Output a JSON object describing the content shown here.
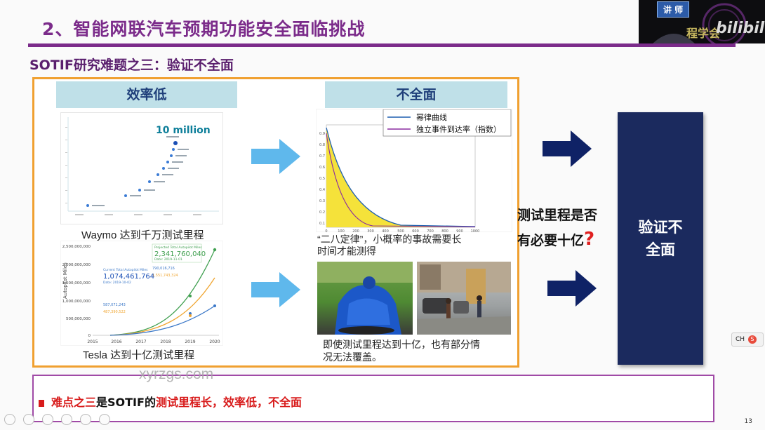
{
  "slide": {
    "title": "2、智能网联汽车预期功能安全面临挑战",
    "subtitle": "SOTIF研究难题之三：验证不全面",
    "page_number": "13",
    "watermark": "xyrzgs.com"
  },
  "left": {
    "header": "效率低",
    "waymo": {
      "highlight": "10 million",
      "caption": "Waymo 达到千万测试里程"
    },
    "tesla": {
      "caption": "Tesla 达到十亿测试里程",
      "y_axis_title": "Autopilot Miles",
      "y_ticks": [
        "2,500,000,000",
        "2,000,000,000",
        "1,500,000,000",
        "1,000,000,000",
        "500,000,000",
        "0"
      ],
      "x_ticks": [
        "2015",
        "2016",
        "2017",
        "2018",
        "2019",
        "2020"
      ],
      "callout_projected_label": "Projected Total Autopilot Miles",
      "callout_projected": "2,341,760,040",
      "callout_projected_date": "Date: 2019-11-01",
      "callout_mid1": "790,016,716",
      "callout_mid2": "1,551,743,324",
      "callout_current_label": "Current Total Autopilot Miles",
      "callout_current": "1,074,461,764",
      "callout_current_date": "Date: 2019-10-02",
      "callout_low1": "587,071,243",
      "callout_low2": "487,390,522"
    }
  },
  "right": {
    "header": "不全面",
    "legend": [
      "幂律曲线",
      "独立事件到达率（指数）"
    ],
    "caption1_line1": "“二八定律”，小概率的事故需要长",
    "caption1_line2": "时间才能测得",
    "caption2_line1": "即使测试里程达到十亿，也有部分情",
    "caption2_line2": "况无法覆盖。"
  },
  "middle_question": {
    "line1": "测试里程是否",
    "line2": "有必要十亿",
    "mark": "?"
  },
  "verify": {
    "line1": "验证不",
    "line2": "全面"
  },
  "bottom": {
    "p1": "难点之三",
    "p2": "是SOTIF的",
    "p3": "测试里程长，效率低，不全面"
  },
  "overlay": {
    "badge": "讲 师",
    "presenter_name": "程学会",
    "bili_logo": "bilibili",
    "ch_label": "CH",
    "s_logo": "S"
  },
  "colors": {
    "title_purple": "#7b2b8a",
    "navy": "#1b2a5e",
    "accent_red": "#d81b1b",
    "orange_border": "#f0a030",
    "arrow_light_blue": "#5fb8ec"
  }
}
